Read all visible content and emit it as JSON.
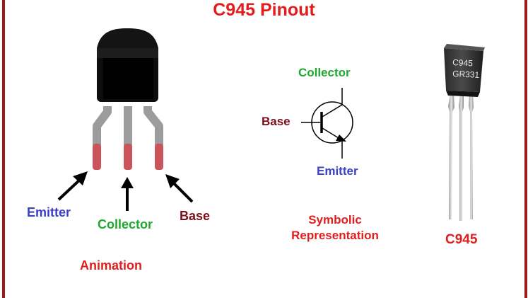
{
  "title": "C945 Pinout",
  "animation": {
    "emitter_label": "Emitter",
    "collector_label": "Collector",
    "base_label": "Base",
    "caption": "Animation"
  },
  "symbol": {
    "collector_label": "Collector",
    "base_label": "Base",
    "emitter_label": "Emitter",
    "caption_line1": "Symbolic",
    "caption_line2": "Representation"
  },
  "photo": {
    "marking_line1": "C945",
    "marking_line2": "GR331",
    "caption": "C945"
  },
  "colors": {
    "title": "#e11d1d",
    "emitter": "#3b3fc8",
    "collector": "#1fa82f",
    "base": "#7a0f18",
    "frame": "#9b1a1a"
  }
}
